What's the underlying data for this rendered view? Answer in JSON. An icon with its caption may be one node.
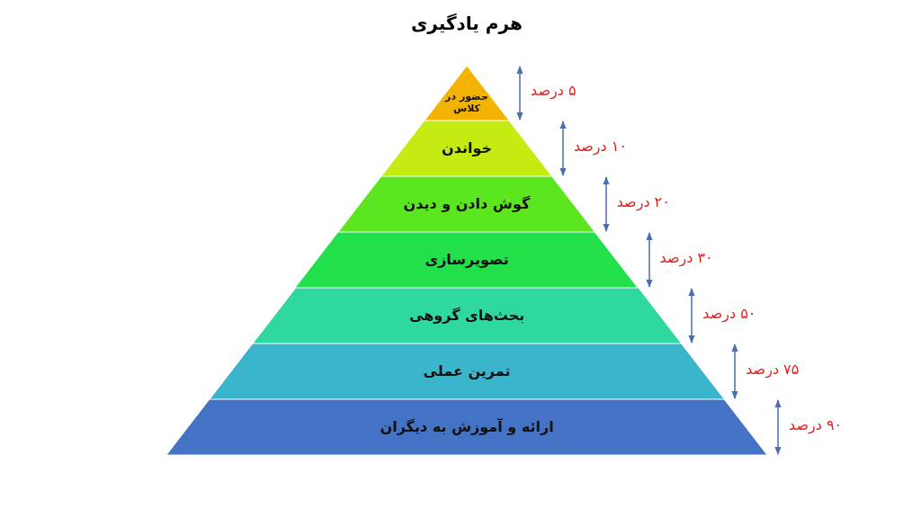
{
  "diagram": {
    "title": "هرم یادگیری",
    "nodes": [
      {
        "text": [
          "حضور در کلاس"
        ],
        "beside": [
          "۵ درصد"
        ]
      },
      {
        "text": [
          "خواندن"
        ],
        "beside": [
          "۱۰ درصد"
        ]
      },
      {
        "text": [
          "گوش دادن و دیدن"
        ],
        "beside": [
          "۲۰ درصد"
        ]
      },
      {
        "text": [
          "تصویرسازی"
        ],
        "beside": [
          "۳۰ درصد"
        ]
      },
      {
        "text": [
          "بحث‌های گروهی"
        ],
        "beside": [
          "۵۰ درصد"
        ]
      },
      {
        "text": [
          "تمرین عملی"
        ],
        "beside": [
          "۷۵ درصد"
        ]
      },
      {
        "text": [
          "ارائه و آموزش به دیگران"
        ],
        "beside": [
          "۹۰ درصد"
        ]
      }
    ]
  }
}
